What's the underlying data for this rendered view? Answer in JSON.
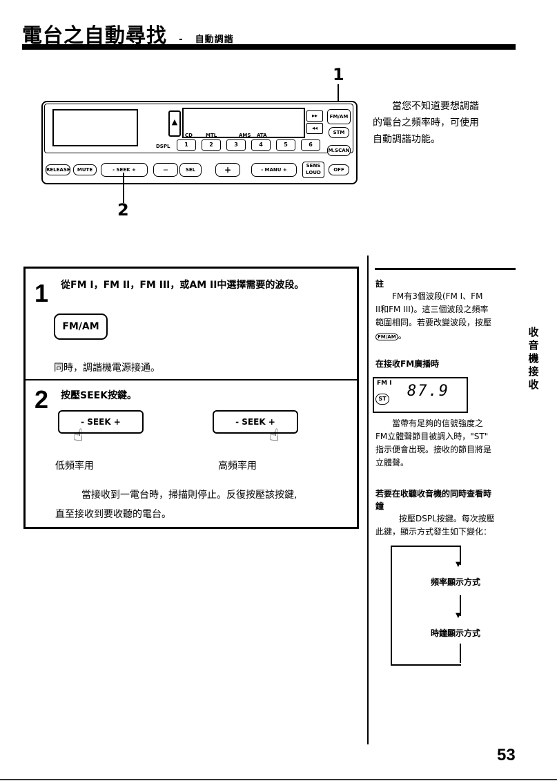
{
  "header": {
    "title": "電台之自動尋找",
    "dash": "-",
    "subtitle": "自動調諧"
  },
  "illustration": {
    "callout_top": "1",
    "callout_bottom": "2",
    "buttons": {
      "fmam": "FM/AM",
      "stm": "STM",
      "mscan": "M.SCAN",
      "off": "OFF",
      "release": "RELEASE",
      "mute": "MUTE",
      "seek": "- SEEK +",
      "minus": "—",
      "sel": "SEL",
      "plus": "+",
      "manu": "- MANU +",
      "sens": "SENS LOUD",
      "dspl": "DSPL",
      "ff": "▸▸",
      "rew": "◂◂",
      "eject": "▲",
      "presets": [
        "1",
        "2",
        "3",
        "4",
        "5",
        "6"
      ],
      "preset_labels": [
        "CD",
        "MTL",
        "AMS",
        "ATA"
      ]
    }
  },
  "intro": {
    "line1": "當您不知道要想調諧",
    "line2": "的電台之頻率時，可使用",
    "line3": "自動調諧功能。"
  },
  "steps": {
    "step1_num": "1",
    "step1_text": "從FM I，FM II，FM III，或AM II中選擇需要的波段。",
    "step1_button": "FM/AM",
    "step1_note": "同時，調諧機電源接通。",
    "step2_num": "2",
    "step2_text": "按壓SEEK按鍵。",
    "seek_label": "- SEEK +",
    "low_freq": "低頻率用",
    "high_freq": "高頻率用",
    "desc_line1": "當接收到一電台時，掃描則停止。反復按壓該按鍵,",
    "desc_line2": "直至接收到要收聽的電台。"
  },
  "notes": {
    "heading": "註",
    "p1_line1": "FM有3個波段(FM I、FM",
    "p1_line2": "II和FM III)。這三個波段之頻率",
    "p1_line3": "範圍相同。若要改變波段，按壓",
    "p1_btn": "FM/AM",
    "p1_end": "。",
    "sub1": "在接收FM廣播時",
    "lcd_band": "FM I",
    "lcd_freq": "87.9",
    "lcd_st": "ST",
    "p2_line1": "當帶有足夠的信號強度之",
    "p2_line2": "FM立體聲節目被調入時，\"ST\"",
    "p2_line3": "指示便會出現。接收的節目將是",
    "p2_line4": "立體聲。",
    "sub2_line1": "若要在收聽收音機的同時查看時",
    "sub2_line2": "鐘",
    "p3_line1": "按壓DSPL按鍵。每次按壓",
    "p3_line2": "此鍵，顯示方式發生如下變化：",
    "flow1": "頻率顯示方式",
    "flow2": "時鐘顯示方式"
  },
  "side_tab": "收音機接收",
  "page_number": "53"
}
